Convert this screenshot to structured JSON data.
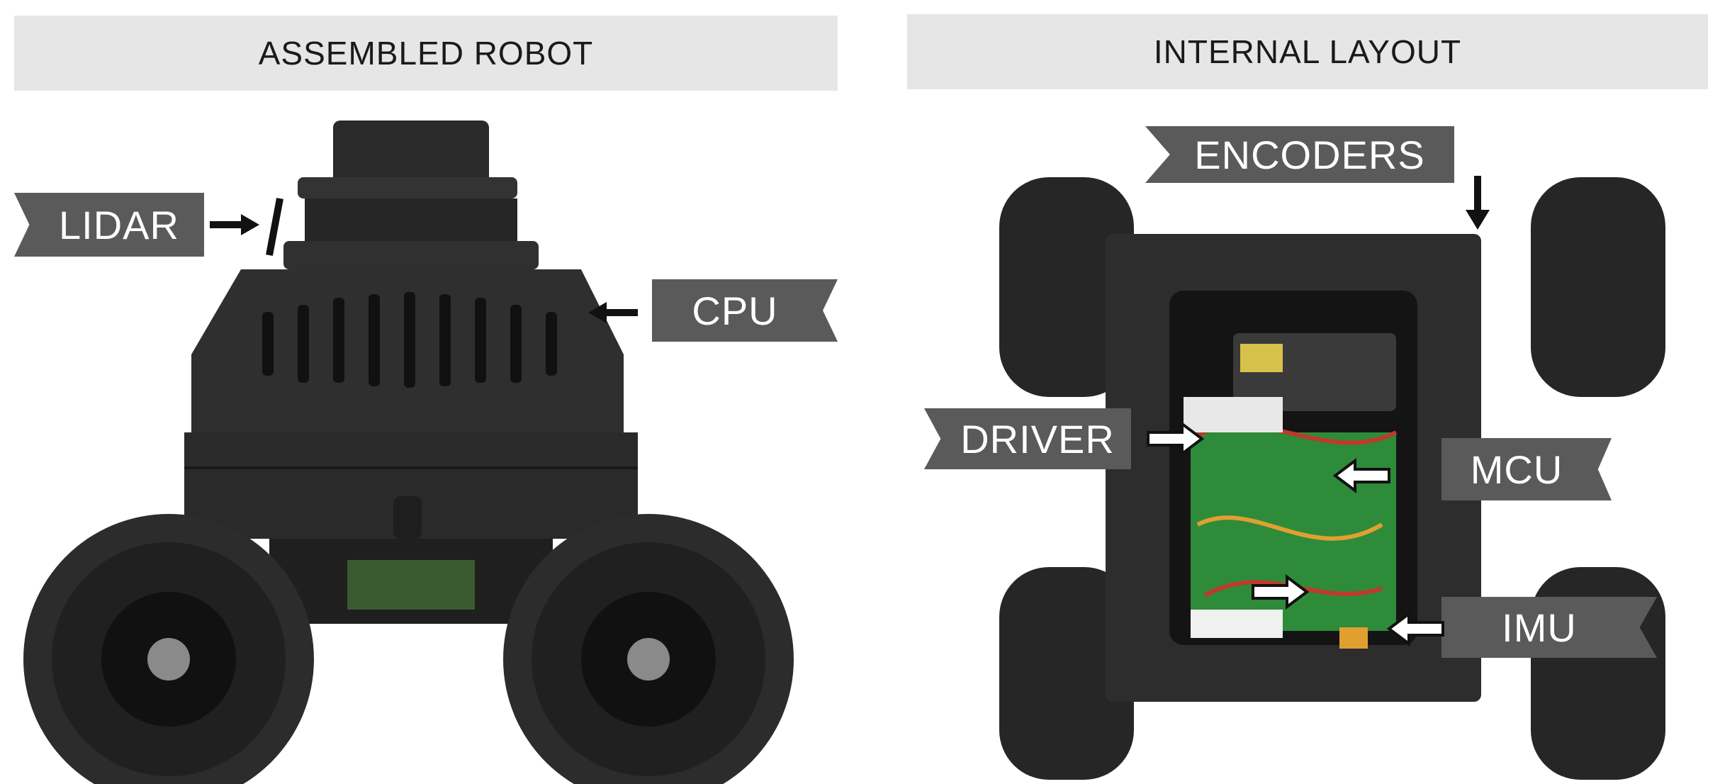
{
  "panels": {
    "left": {
      "title": "ASSEMBLED ROBOT"
    },
    "right": {
      "title": "INTERNAL LAYOUT"
    }
  },
  "callouts": {
    "lidar": "LIDAR",
    "cpu": "CPU",
    "encoders": "ENCODERS",
    "driver": "DRIVER",
    "mcu": "MCU",
    "imu": "IMU"
  },
  "colors": {
    "header_bg": "#e6e6e6",
    "callout_bg": "#5a5a5a",
    "robot_body": "#2b2b2b",
    "pcb": "#2e8b3a"
  }
}
